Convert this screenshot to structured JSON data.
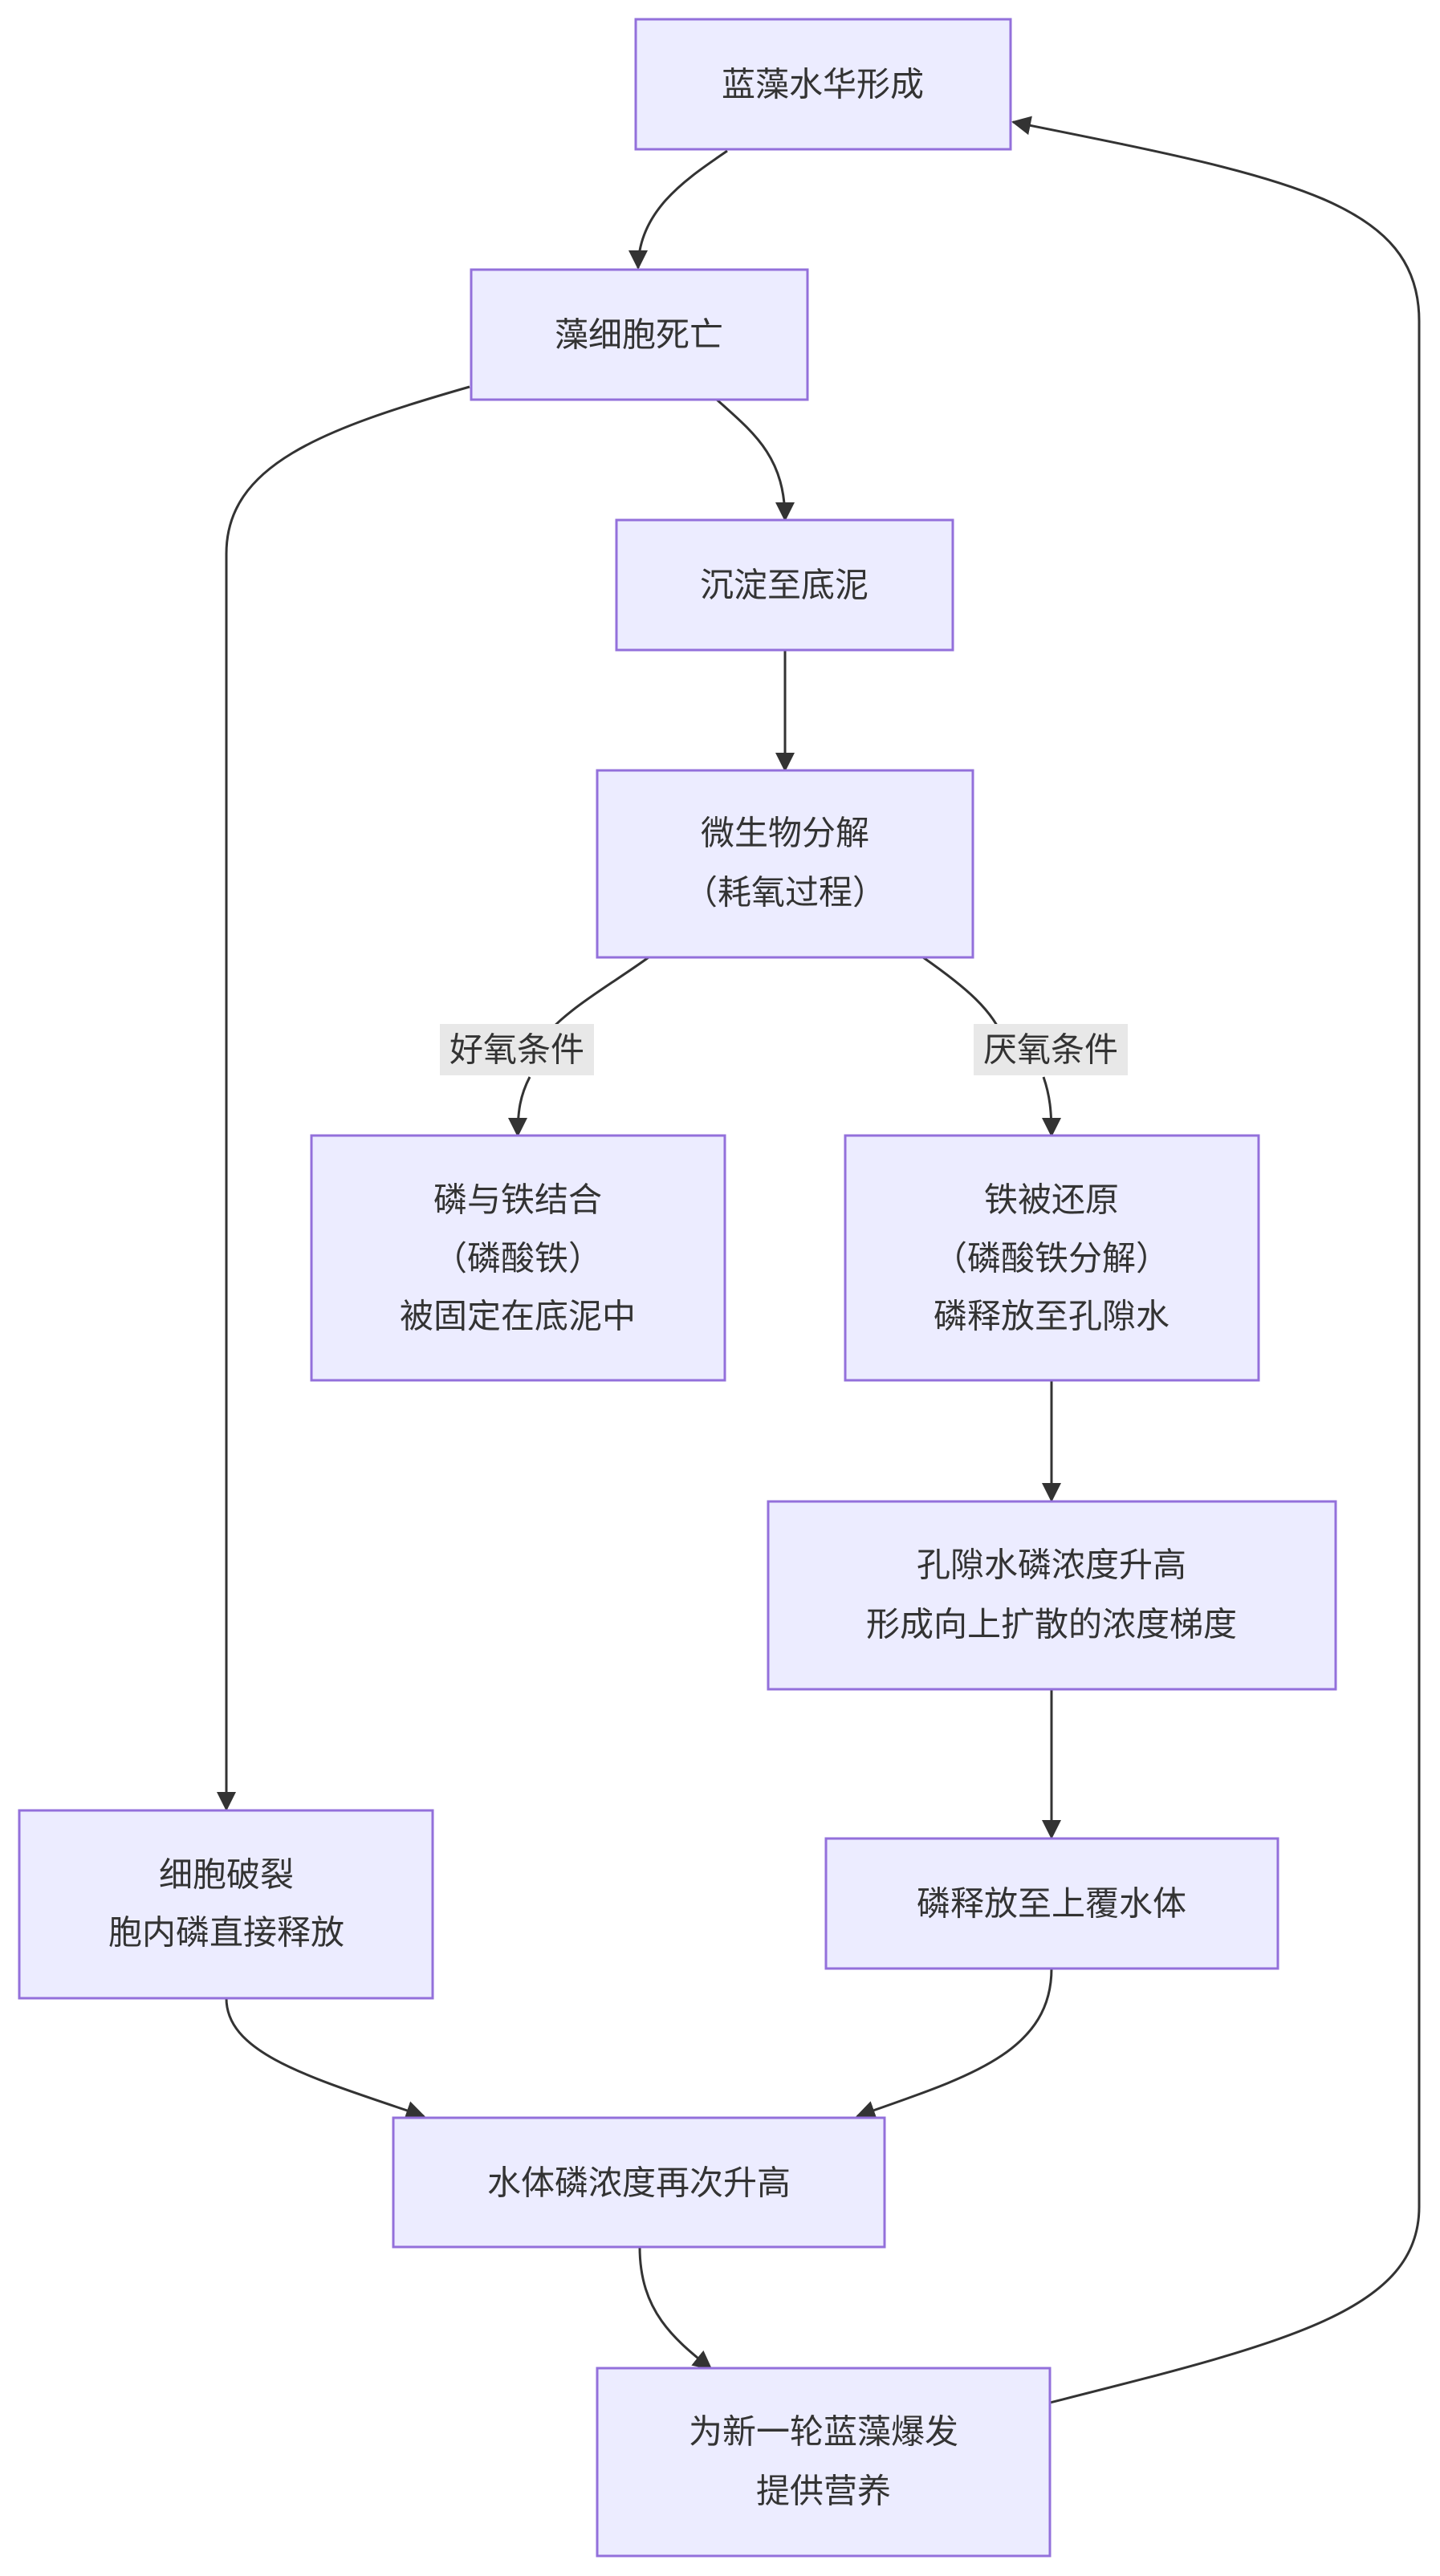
{
  "diagram": {
    "type": "flowchart",
    "colors": {
      "node_fill": "#ececff",
      "node_border": "#9370db",
      "edge": "#333333",
      "edge_label_bg": "#e8e8e8",
      "text": "#333333"
    },
    "nodes": {
      "bloom": {
        "lines": [
          "蓝藻水华形成"
        ]
      },
      "death": {
        "lines": [
          "藻细胞死亡"
        ]
      },
      "sediment": {
        "lines": [
          "沉淀至底泥"
        ]
      },
      "decompose": {
        "lines": [
          "微生物分解",
          "（耗氧过程）"
        ]
      },
      "fixation": {
        "lines": [
          "磷与铁结合",
          "（磷酸铁）",
          "被固定在底泥中"
        ]
      },
      "reduction": {
        "lines": [
          "铁被还原",
          "（磷酸铁分解）",
          "磷释放至孔隙水"
        ]
      },
      "porewater": {
        "lines": [
          "孔隙水磷浓度升高",
          "形成向上扩散的浓度梯度"
        ]
      },
      "release": {
        "lines": [
          "磷释放至上覆水体"
        ]
      },
      "lysis": {
        "lines": [
          "细胞破裂",
          "胞内磷直接释放"
        ]
      },
      "increase": {
        "lines": [
          "水体磷浓度再次升高"
        ]
      },
      "nutrient": {
        "lines": [
          "为新一轮蓝藻爆发",
          "提供营养"
        ]
      }
    },
    "edge_labels": {
      "aerobic": "好氧条件",
      "anaerobic": "厌氧条件"
    }
  }
}
